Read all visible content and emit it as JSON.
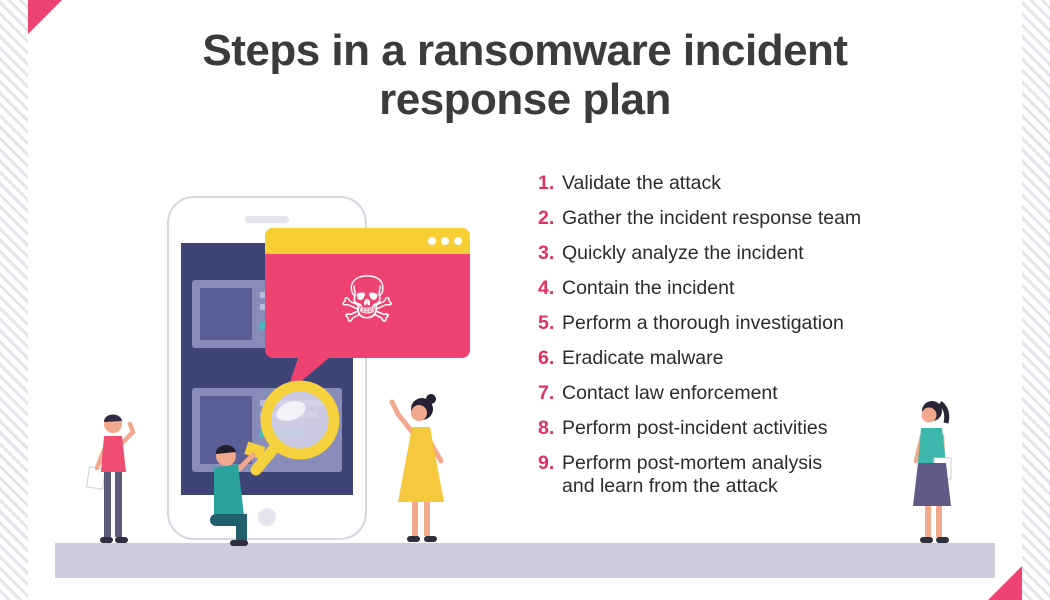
{
  "page": {
    "title_line1": "Steps in a ransomware incident",
    "title_line2": "response plan"
  },
  "steps": [
    {
      "num": "1.",
      "text": "Validate the attack"
    },
    {
      "num": "2.",
      "text": "Gather the incident response team"
    },
    {
      "num": "3.",
      "text": "Quickly analyze the incident"
    },
    {
      "num": "4.",
      "text": "Contain the incident"
    },
    {
      "num": "5.",
      "text": "Perform a thorough investigation"
    },
    {
      "num": "6.",
      "text": "Eradicate malware"
    },
    {
      "num": "7.",
      "text": "Contact law enforcement"
    },
    {
      "num": "8.",
      "text": "Perform post-incident activities"
    },
    {
      "num": "9.",
      "text": "Perform post-mortem analysis",
      "text2": "and learn from the attack"
    }
  ],
  "illustration": {
    "skull_glyph": "☠",
    "icons": {
      "skull": "skull-crossbones-icon",
      "magnifier": "magnifying-glass-icon",
      "alert": "ransomware-alert-window"
    }
  },
  "colors": {
    "accent_pink": "#ee4270",
    "alert_header_yellow": "#f8ce35",
    "step_number_pink": "#e13060",
    "title_gray": "#3b3b3b",
    "ground_lavender": "#cfcbdf",
    "phone_screen": "#3f4477"
  }
}
